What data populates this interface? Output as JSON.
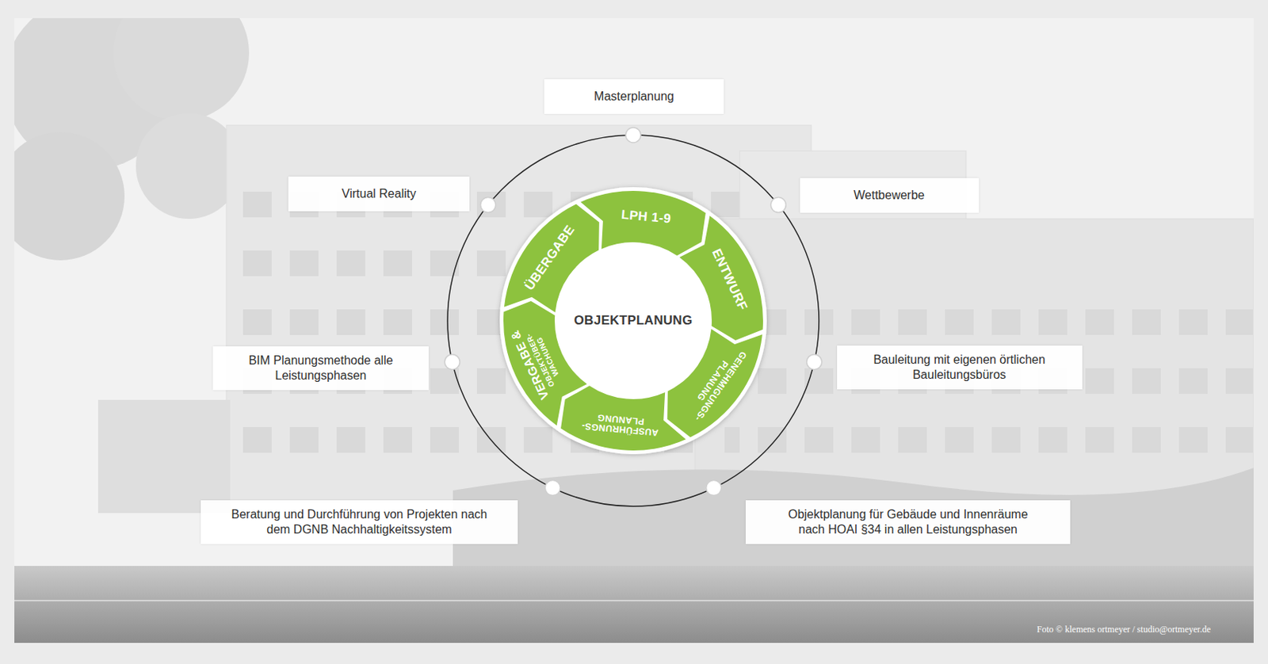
{
  "diagram": {
    "nodes": [
      {
        "text": [
          "Masterplanung"
        ]
      },
      {
        "text": [
          "Virtual Reality"
        ]
      },
      {
        "text": [
          "Wettbewerbe"
        ]
      },
      {
        "text": [
          "LPH 1-9"
        ]
      },
      {
        "text": [
          "ÜBERGABE"
        ]
      },
      {
        "text": [
          "ENTWURF"
        ]
      },
      {
        "text": [
          "OBJEKTPLANUNG"
        ]
      },
      {
        "text": [
          "BIM Planungsmethode alle Leistungsphasen"
        ]
      },
      {
        "text": [
          "VERGABE &",
          "OBJEKTÜBER- WACHUNG"
        ]
      },
      {
        "text": [
          "GENEHMIGUNGS- PLANUNG"
        ]
      },
      {
        "text": [
          "Bauleitung mit eigenen örtlichen Bauleitungsbüros"
        ]
      },
      {
        "text": [
          "AUSFÜHRUNGS- PLANUNG"
        ]
      },
      {
        "text": [
          "Beratung und Durchführung von Projekten nach dem DGNB Nachhaltigkeitssystem"
        ]
      },
      {
        "text": [
          "Objektplanung für Gebäude und Innenräume nach HOAI §34 in allen Leistungsphasen"
        ]
      }
    ],
    "labels": [
      "Foto © klemens ortmeyer / studio@ortmeyer.de"
    ]
  }
}
